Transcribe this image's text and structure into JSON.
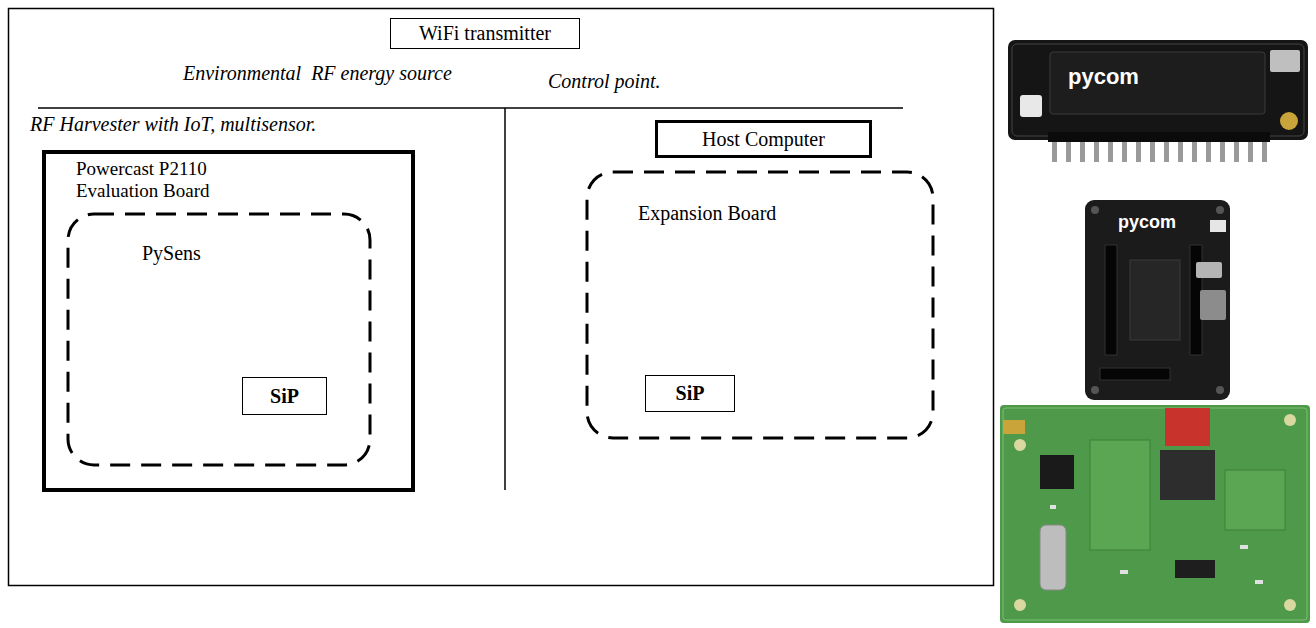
{
  "diagram": {
    "nodes": [
      {
        "text": [
          "WiFi transmitter"
        ]
      },
      {
        "text": [
          "Powercast P2110 Evaluation Board"
        ]
      },
      {
        "text": [
          "PySens"
        ],
        "in": 1
      },
      {
        "text": [
          "SiP"
        ],
        "in": 2
      },
      {
        "text": [
          "Host Computer"
        ]
      },
      {
        "text": [
          "Expansion Board"
        ]
      },
      {
        "text": [
          "SiP"
        ],
        "in": 5
      }
    ],
    "labels": [
      "Environmental  RF energy source",
      "RF Harvester with IoT, multisensor.",
      "Control point.",
      "pycom",
      "pycom"
    ]
  }
}
